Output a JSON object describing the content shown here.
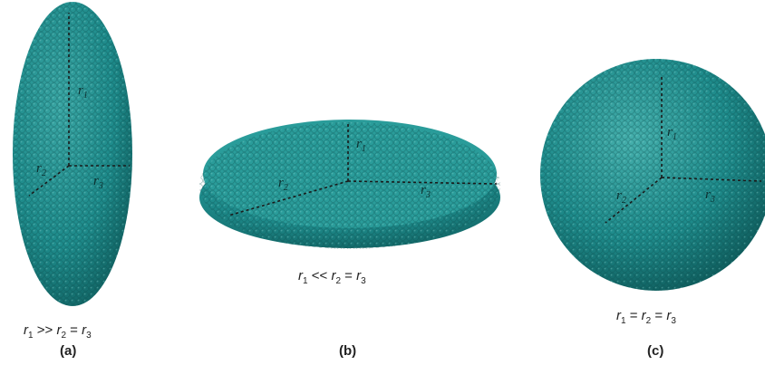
{
  "colors": {
    "surface": "#1e8b8b",
    "surface_dark": "#0f5c5c",
    "surface_light": "#4fb5b3",
    "axis": "#1a1a1a"
  },
  "panels": [
    {
      "id": "a",
      "label": "(a)",
      "condition": {
        "r1": "r",
        "s1": "1",
        "op1": ">>",
        "r2": "r",
        "s2": "2",
        "op2": "=",
        "r3": "r",
        "s3": "3"
      },
      "axis_labels": [
        {
          "base": "r",
          "sub": "1"
        },
        {
          "base": "r",
          "sub": "2"
        },
        {
          "base": "r",
          "sub": "3"
        }
      ]
    },
    {
      "id": "b",
      "label": "(b)",
      "condition": {
        "r1": "r",
        "s1": "1",
        "op1": "<<",
        "r2": "r",
        "s2": "2",
        "op2": "=",
        "r3": "r",
        "s3": "3"
      },
      "axis_labels": [
        {
          "base": "r",
          "sub": "1"
        },
        {
          "base": "r",
          "sub": "2"
        },
        {
          "base": "r",
          "sub": "3"
        }
      ]
    },
    {
      "id": "c",
      "label": "(c)",
      "condition": {
        "r1": "r",
        "s1": "1",
        "op1": "=",
        "r2": "r",
        "s2": "2",
        "op2": "=",
        "r3": "r",
        "s3": "3"
      },
      "axis_labels": [
        {
          "base": "r",
          "sub": "1"
        },
        {
          "base": "r",
          "sub": "2"
        },
        {
          "base": "r",
          "sub": "3"
        }
      ]
    }
  ]
}
